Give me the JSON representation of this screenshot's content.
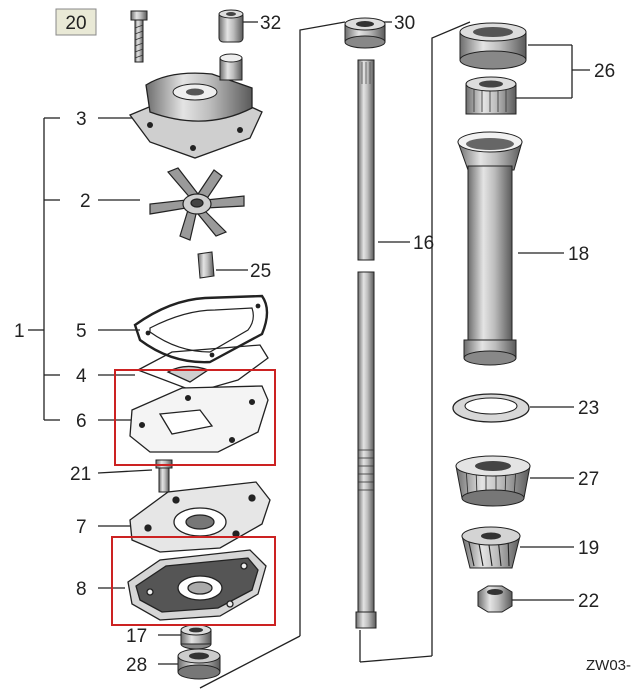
{
  "diagram": {
    "drawing_code": "ZW03-",
    "highlight_color": "#cc2222",
    "callouts": {
      "c20": "20",
      "c32": "32",
      "c30": "30",
      "c26": "26",
      "c3": "3",
      "c2": "2",
      "c25": "25",
      "c16": "16",
      "c18": "18",
      "c1": "1",
      "c5": "5",
      "c4": "4",
      "c6": "6",
      "c23": "23",
      "c21": "21",
      "c27": "27",
      "c7": "7",
      "c19": "19",
      "c8": "8",
      "c22": "22",
      "c17": "17",
      "c28": "28"
    }
  }
}
